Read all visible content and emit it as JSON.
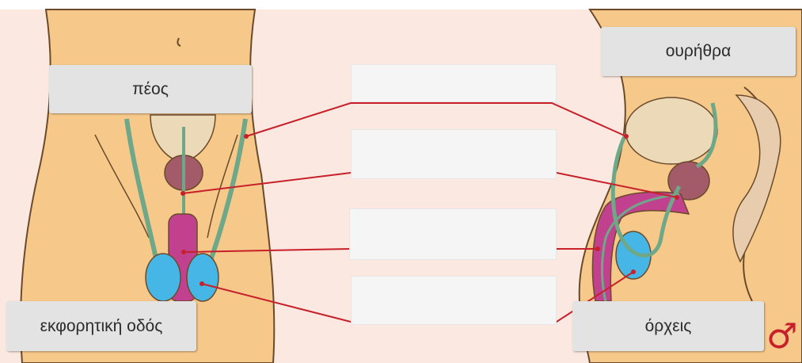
{
  "labels": {
    "peos": "πέος",
    "ourithra": "ουρήθρα",
    "ekforitiki_odos": "εκφορητική οδός",
    "orxeis": "όρχεις"
  },
  "male_symbol": "♂",
  "colors": {
    "background": "#fbe9e1",
    "skin": "#f6c98a",
    "skin_outline": "#6b4a2a",
    "prostate": "#ecd9b8",
    "gland": "#a35b6a",
    "penis": "#c2418e",
    "testis": "#45b6e5",
    "duct": "#6fa888",
    "leader_line": "#c8202a",
    "label_bg": "#e3e3e3",
    "slot_bg": "#f5f5f5",
    "symbol": "#c8202a"
  }
}
